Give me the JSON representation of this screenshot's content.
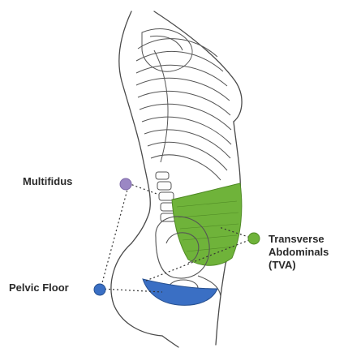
{
  "labels": {
    "multifidus": "Multifidus",
    "pelvic_floor": "Pelvic Floor",
    "tva_line1": "Transverse",
    "tva_line2": "Abdominals",
    "tva_line3": "(TVA)"
  },
  "colors": {
    "multifidus": "#9b87c4",
    "transverse_abdominals": "#6fb33a",
    "pelvic_floor": "#3a6fc4",
    "outline": "#4a4a4a"
  }
}
